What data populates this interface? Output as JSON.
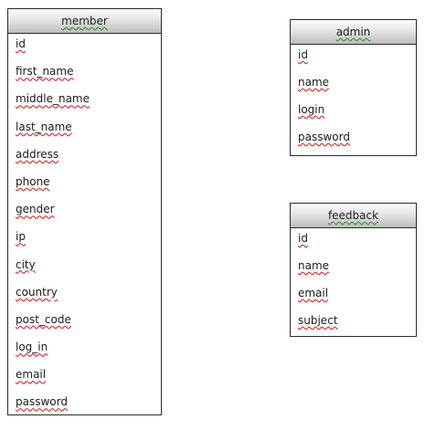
{
  "tables": {
    "member": {
      "title": "member",
      "fields": [
        "id",
        "first_name",
        "middle_name",
        "last_name",
        "address",
        "phone",
        "gender",
        "ip",
        "city",
        "country",
        "post_code",
        "log_in",
        "email",
        "password"
      ]
    },
    "admin": {
      "title": "admin",
      "fields": [
        "id",
        "name",
        "login",
        "password"
      ]
    },
    "feedback": {
      "title": "feedback",
      "fields": [
        "id",
        "name",
        "email",
        "subject"
      ]
    }
  },
  "colors": {
    "border": "#2b2b2b",
    "header_top": "#fdfdfd",
    "header_bottom": "#bdbdbd",
    "spellcheck_red": "#d23a3a",
    "spellcheck_green": "#3a9a3a"
  }
}
